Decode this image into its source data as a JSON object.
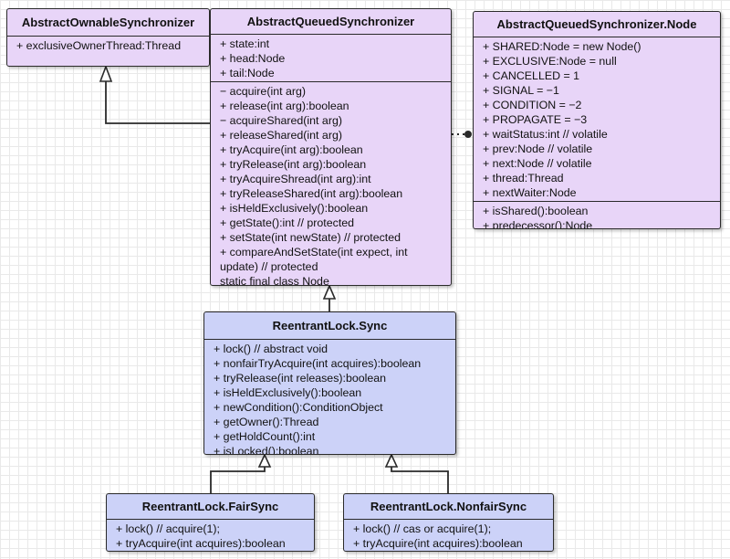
{
  "classes": {
    "aos": {
      "name": "AbstractOwnableSynchronizer",
      "attributes": [
        "+ exclusiveOwnerThread:Thread"
      ]
    },
    "aqs": {
      "name": "AbstractQueuedSynchronizer",
      "attributes": [
        "+ state:int",
        "+ head:Node",
        "+ tail:Node"
      ],
      "methods": [
        "− acquire(int arg)",
        "+ release(int arg):boolean",
        "− acquireShared(int arg)",
        "+ releaseShared(int arg)",
        "+ tryAcquire(int arg):boolean",
        "+ tryRelease(int arg):boolean",
        "+ tryAcquireShread(int arg):int",
        "+ tryReleaseShared(int arg):boolean",
        "+ isHeldExclusively():boolean",
        "+ getState():int // protected",
        "+ setState(int newState) // protected",
        "+ compareAndSetState(int expect, int update) // protected",
        "static final class Node"
      ]
    },
    "node": {
      "name": "AbstractQueuedSynchronizer.Node",
      "attributes": [
        "+ SHARED:Node = new Node()",
        "+ EXCLUSIVE:Node  = null",
        "+ CANCELLED = 1",
        "+ SIGNAL = −1",
        "+ CONDITION = −2",
        "+ PROPAGATE = −3",
        "+ waitStatus:int // volatile",
        "+ prev:Node // volatile",
        "+ next:Node // volatile",
        "+ thread:Thread",
        "+ nextWaiter:Node"
      ],
      "methods": [
        "+ isShared():boolean",
        "+ predecessor():Node"
      ]
    },
    "sync": {
      "name": "ReentrantLock.Sync",
      "methods": [
        "+ lock() // abstract void",
        "+ nonfairTryAcquire(int acquires):boolean",
        "+ tryRelease(int releases):boolean",
        "+ isHeldExclusively():boolean",
        "+ newCondition():ConditionObject",
        "+ getOwner():Thread",
        "+ getHoldCount():int",
        "+ isLocked():boolean"
      ]
    },
    "fair": {
      "name": "ReentrantLock.FairSync",
      "methods": [
        "+ lock() // acquire(1);",
        "+ tryAcquire(int acquires):boolean"
      ]
    },
    "nonfair": {
      "name": "ReentrantLock.NonfairSync",
      "methods": [
        "+ lock() // cas or acquire(1);",
        "+ tryAcquire(int acquires):boolean"
      ]
    }
  },
  "colors": {
    "abstract_fill": "#e8d5f8",
    "concrete_fill": "#ccd2f8",
    "border": "#2a2a2a",
    "grid": "#e9e9e9"
  }
}
